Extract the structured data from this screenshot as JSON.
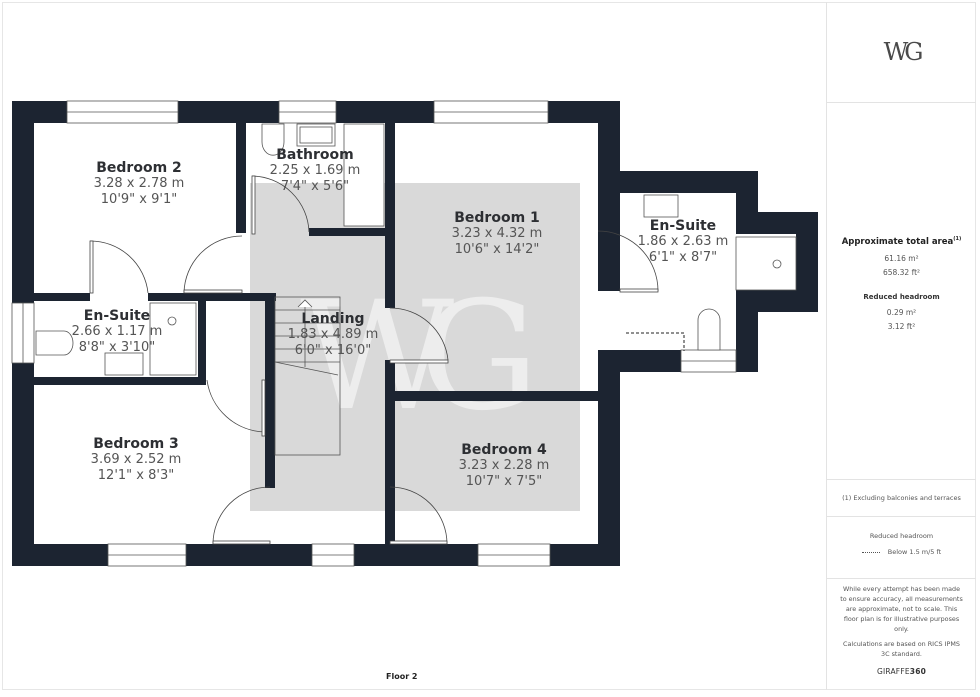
{
  "plan": {
    "floor_label": "Floor 2",
    "wall_color": "#1c2431",
    "shaded_color": "#d9d9d9",
    "watermark": "WG",
    "rooms": [
      {
        "name": "Bedroom 2",
        "metric": "3.28 x 2.78 m",
        "imperial": "10'9\" x 9'1\""
      },
      {
        "name": "Bathroom",
        "metric": "2.25 x 1.69 m",
        "imperial": "7'4\" x 5'6\""
      },
      {
        "name": "Bedroom 1",
        "metric": "3.23 x 4.32 m",
        "imperial": "10'6\" x 14'2\""
      },
      {
        "name": "En-Suite",
        "metric": "1.86 x 2.63 m",
        "imperial": "6'1\" x 8'7\""
      },
      {
        "name": "En-Suite",
        "metric": "2.66 x 1.17 m",
        "imperial": "8'8\" x 3'10\""
      },
      {
        "name": "Landing",
        "metric": "1.83 x 4.89 m",
        "imperial": "6'0\" x 16'0\""
      },
      {
        "name": "Bedroom 3",
        "metric": "3.69 x 2.52 m",
        "imperial": "12'1\" x 8'3\""
      },
      {
        "name": "Bedroom 4",
        "metric": "3.23 x 2.28 m",
        "imperial": "10'7\" x 7'5\""
      }
    ]
  },
  "sidebar": {
    "logo": "WG",
    "area": {
      "title": "Approximate total area",
      "footnote_marker": "(1)",
      "metric": "61.16 m²",
      "imperial": "658.32 ft²"
    },
    "reduced_headroom": {
      "title": "Reduced headroom",
      "metric": "0.29 m²",
      "imperial": "3.12 ft²"
    },
    "footnote": "(1) Excluding balconies and terraces",
    "legend": {
      "title": "Reduced headroom",
      "item": "Below 1.5 m/5 ft"
    },
    "disclaimer": "While every attempt has been made to ensure accuracy, all measurements are approximate, not to scale. This floor plan is for illustrative purposes only.",
    "calculations": "Calculations are based on RICS IPMS 3C standard.",
    "brand_light": "GIRAFFE",
    "brand_bold": "360"
  }
}
